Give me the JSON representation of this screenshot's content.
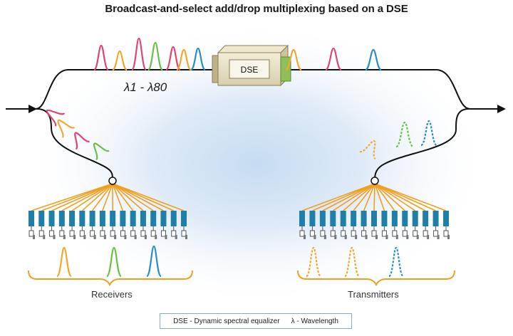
{
  "title": "Broadcast-and-select add/drop multiplexing based on a DSE",
  "dse_label": "DSE",
  "wavelength_range": {
    "start": "λ1",
    "sep": " - ",
    "end": "λ80"
  },
  "receivers_label": "Receivers",
  "transmitters_label": "Transmitters",
  "legend": {
    "dse": "DSE - Dynamic spectral equalizer",
    "lambda": "λ - Wavelength"
  },
  "colors": {
    "fiber": "#111111",
    "fan": "#f0a020",
    "port": "#1f7fa8",
    "pink": "#e0457a",
    "orange": "#f0a830",
    "green": "#6cc04a",
    "blue": "#2a8fc8",
    "dse_body": "#e4dcc2",
    "glow": "#d2e3f4"
  },
  "icons": [
    "arrow-in-icon",
    "arrow-out-icon",
    "splitter-node-icon",
    "photodetector-icon",
    "laser-icon"
  ]
}
